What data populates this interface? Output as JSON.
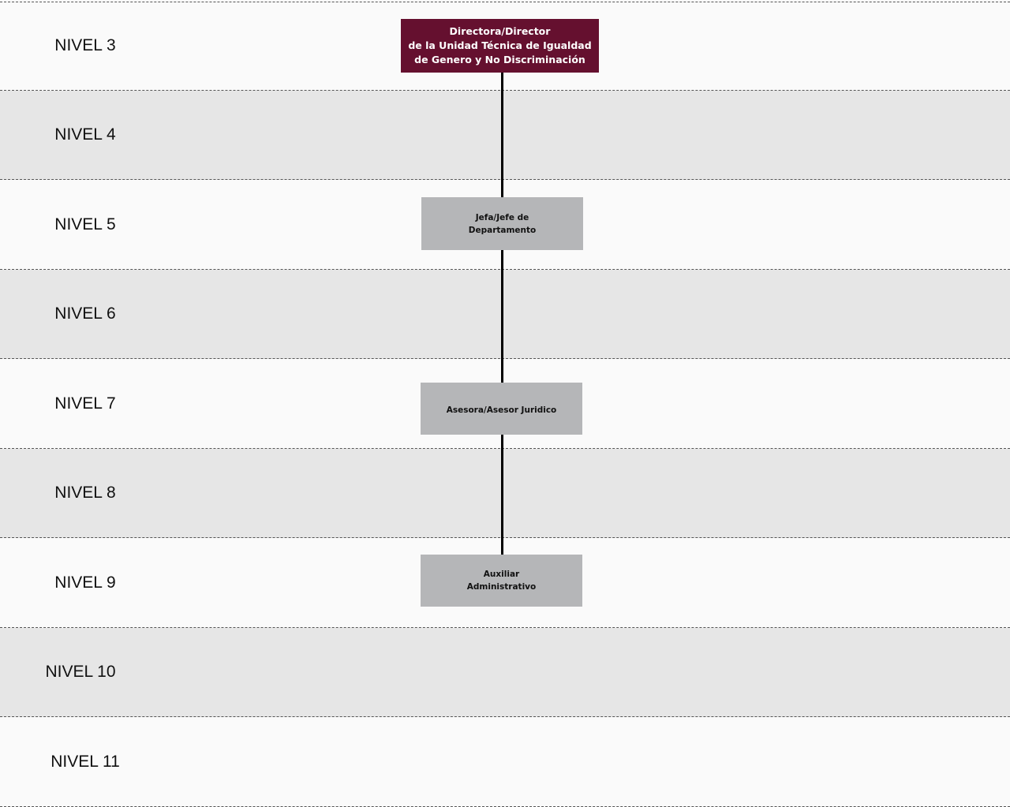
{
  "levels": [
    "NIVEL 3",
    "NIVEL 4",
    "NIVEL 5",
    "NIVEL 6",
    "NIVEL 7",
    "NIVEL 8",
    "NIVEL 9",
    "NIVEL 10",
    "NIVEL 11"
  ],
  "positions": {
    "director": {
      "line1": "Directora/Director",
      "line2": "de la Unidad Técnica de Igualdad",
      "line3": "de Genero y No Discriminación"
    },
    "jefe": {
      "line1": "Jefa/Jefe de",
      "line2": "Departamento"
    },
    "asesor": {
      "line1": "Asesora/Asesor Juridico"
    },
    "auxiliar": {
      "line1": "Auxiliar",
      "line2": "Administrativo"
    }
  },
  "colors": {
    "director_box": "#65102f",
    "position_box": "#b5b6b8",
    "band": "#e6e6e6"
  }
}
